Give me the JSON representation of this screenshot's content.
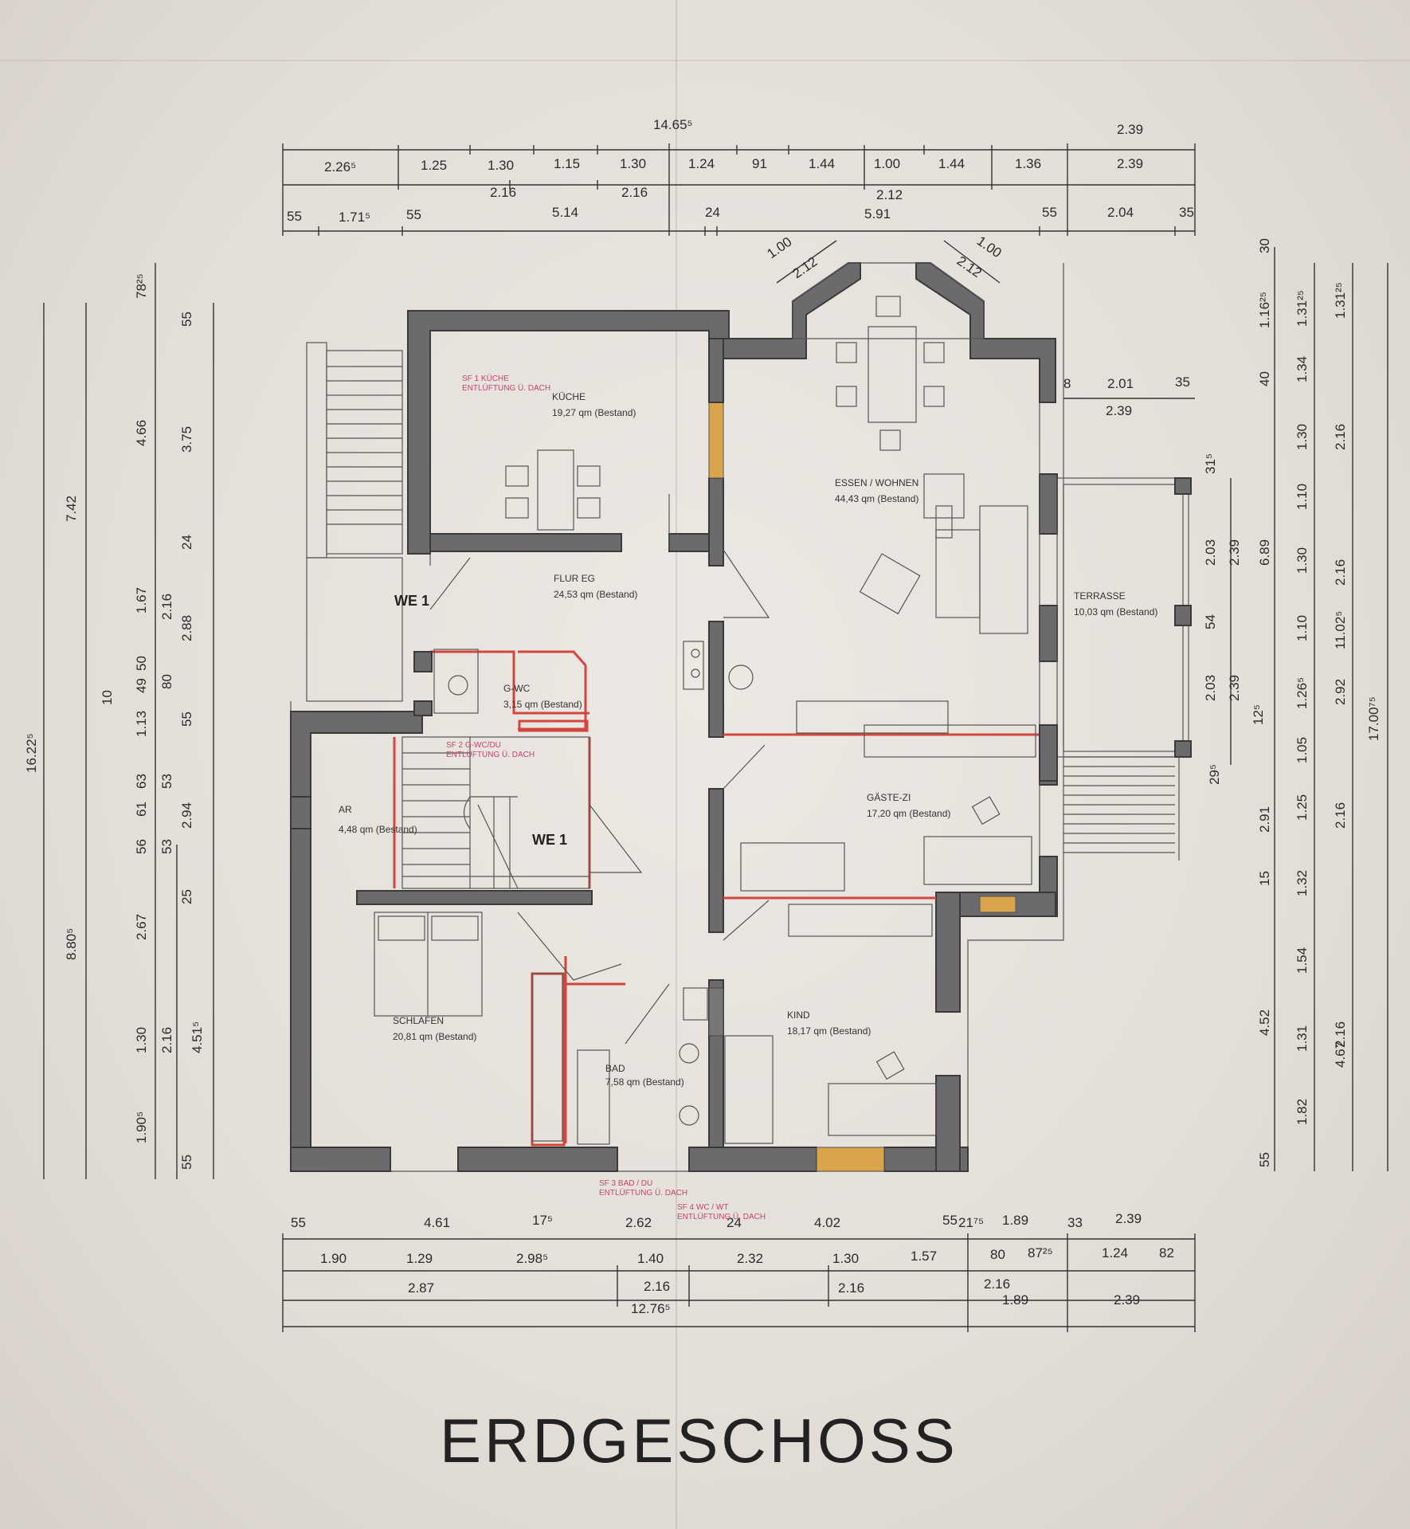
{
  "title": "ERDGESCHOSS",
  "units": {
    "we1_a": "WE 1",
    "we1_b": "WE 1"
  },
  "rooms": {
    "kueche": {
      "name": "KÜCHE",
      "area": "19,27 qm (Bestand)"
    },
    "essen": {
      "name": "ESSEN / WOHNEN",
      "area": "44,43 qm (Bestand)"
    },
    "flur": {
      "name": "FLUR EG",
      "area": "24,53 qm (Bestand)"
    },
    "terrasse": {
      "name": "TERRASSE",
      "area": "10,03 qm (Bestand)"
    },
    "gwc": {
      "name": "G-WC",
      "area": "3,15 qm (Bestand)"
    },
    "ar": {
      "name": "AR",
      "area": "4,48 qm (Bestand)"
    },
    "gaeste": {
      "name": "GÄSTE-ZI",
      "area": "17,20 qm (Bestand)"
    },
    "schlafen": {
      "name": "SCHLAFEN",
      "area": "20,81 qm (Bestand)"
    },
    "bad": {
      "name": "BAD",
      "area": "7,58 qm (Bestand)"
    },
    "kind": {
      "name": "KIND",
      "area": "18,17 qm (Bestand)"
    }
  },
  "notes": {
    "sf1a": "SF 1 KÜCHE",
    "sf1b": "ENTLÜFTUNG Ü. DACH",
    "sf2a": "SF 2 G-WC/DU",
    "sf2b": "ENTLÜFTUNG Ü. DACH",
    "sf3a": "SF 3 BAD / DU",
    "sf3b": "ENTLÜFTUNG Ü. DACH",
    "sf4a": "SF 4 WC / WT",
    "sf4b": "ENTLÜFTUNG Ü. DACH"
  },
  "dims_top": {
    "r0": [
      "14.65⁵",
      "2.39"
    ],
    "r1": [
      "2.26⁵",
      "1.25",
      "1.30",
      "1.15",
      "1.30",
      "1.24",
      "91",
      "1.44",
      "1.00",
      "1.44",
      "1.36",
      "2.39"
    ],
    "r2": [
      "2.16",
      "2.16",
      "2.12"
    ],
    "r3": [
      "55",
      "1.71⁵",
      "55",
      "5.14",
      "24",
      "5.91",
      "55",
      "2.04",
      "35"
    ]
  },
  "dims_bay": [
    "1.00",
    "2.12",
    "1.00",
    "2.12"
  ],
  "dims_terrace": [
    "8",
    "2.01",
    "35",
    "2.39",
    "31⁵",
    "2.03",
    "2.39",
    "54",
    "2.03",
    "2.39",
    "29⁵",
    "12⁵"
  ],
  "dims_left": {
    "c1": [
      "16.22⁵"
    ],
    "c2": [
      "7.42",
      "10",
      "8.80⁵"
    ],
    "c3": [
      "78²⁵",
      "4.66",
      "1.67",
      "50",
      "49",
      "1.13",
      "63",
      "61",
      "56",
      "2.67",
      "1.30",
      "1.90⁵"
    ],
    "c4": [
      "2.16",
      "80",
      "53",
      "53",
      "2.16",
      "4.51⁵"
    ],
    "c5": [
      "55",
      "3.75",
      "24",
      "2.88",
      "55",
      "2.94",
      "25",
      "55"
    ]
  },
  "dims_right": {
    "c1": [
      "30",
      "1.16²⁵",
      "40",
      "6.89",
      "2.91",
      "15",
      "4.52",
      "55"
    ],
    "c2": [
      "1.31²⁵",
      "1.34",
      "1.30",
      "1.10",
      "1.30",
      "1.10",
      "1.26⁵",
      "1.05",
      "1.25",
      "1.32",
      "1.54",
      "1.31",
      "1.82"
    ],
    "c3": [
      "2.16",
      "2.16",
      "11.02⁵",
      "2.92",
      "2.16",
      "2.16",
      "4.67"
    ],
    "c4": [
      "1.31²⁵",
      "17.00⁷⁵"
    ]
  },
  "dims_bottom": {
    "r1": [
      "55",
      "4.61",
      "17⁵",
      "2.62",
      "24",
      "4.02",
      "55",
      "21⁷⁵",
      "1.89",
      "33",
      "2.39"
    ],
    "r2": [
      "1.90",
      "1.29",
      "2.98⁵",
      "1.40",
      "2.32",
      "1.30",
      "1.57",
      "80",
      "87²⁵",
      "1.24",
      "82"
    ],
    "r3": [
      "2.87",
      "2.16",
      "2.16",
      "2.16",
      "1.89",
      "2.39"
    ],
    "r4": [
      "12.76⁵"
    ]
  },
  "colors": {
    "wall": "#6b6b6e",
    "red_wall": "#d2463e",
    "window_yellow": "#d9a44a",
    "note": "#c2456b"
  }
}
